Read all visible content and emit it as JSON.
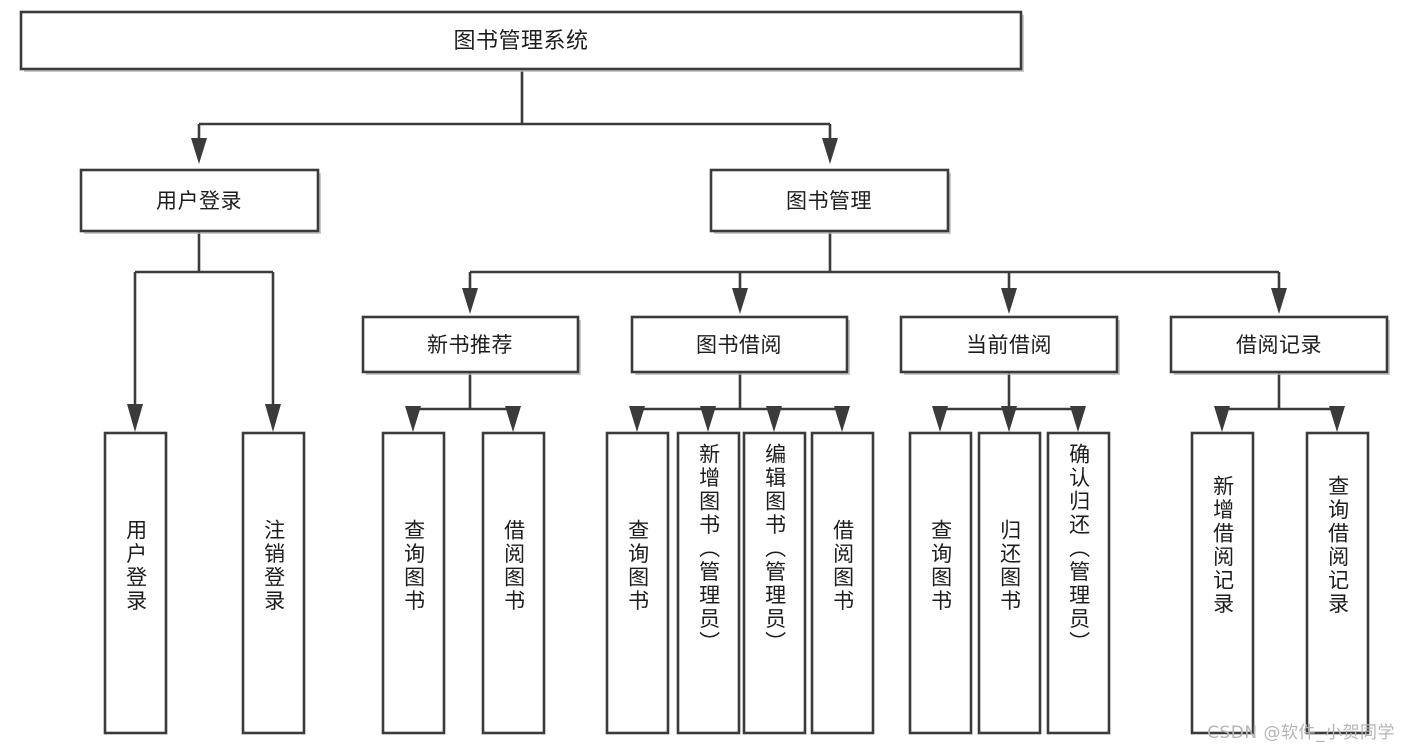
{
  "diagram": {
    "type": "tree-hierarchy",
    "title": "图书管理系统",
    "root": {
      "label": "图书管理系统",
      "orientation": "horizontal"
    },
    "level2": [
      {
        "label": "用户登录",
        "orientation": "horizontal"
      },
      {
        "label": "图书管理",
        "orientation": "horizontal"
      }
    ],
    "level3": [
      {
        "label": "新书推荐",
        "orientation": "horizontal"
      },
      {
        "label": "图书借阅",
        "orientation": "horizontal"
      },
      {
        "label": "当前借阅",
        "orientation": "horizontal"
      },
      {
        "label": "借阅记录",
        "orientation": "horizontal"
      }
    ],
    "leaves": {
      "user_login": [
        {
          "label": "用户登录",
          "orientation": "vertical"
        },
        {
          "label": "注销登录",
          "orientation": "vertical"
        }
      ],
      "new_book_recommend": [
        {
          "label": "查询图书",
          "orientation": "vertical"
        },
        {
          "label": "借阅图书",
          "orientation": "vertical"
        }
      ],
      "book_borrow": [
        {
          "label": "查询图书",
          "orientation": "vertical"
        },
        {
          "label": "新增图书（管理员）",
          "orientation": "vertical"
        },
        {
          "label": "编辑图书（管理员）",
          "orientation": "vertical"
        },
        {
          "label": "借阅图书",
          "orientation": "vertical"
        }
      ],
      "current_borrow": [
        {
          "label": "查询图书",
          "orientation": "vertical"
        },
        {
          "label": "归还图书",
          "orientation": "vertical"
        },
        {
          "label": "确认归还（管理员）",
          "orientation": "vertical"
        }
      ],
      "borrow_record": [
        {
          "label": "新增借阅记录",
          "orientation": "vertical"
        },
        {
          "label": "查询借阅记录",
          "orientation": "vertical"
        }
      ]
    },
    "colors": {
      "box_stroke": "#3b3b3b",
      "box_fill": "#ffffff",
      "text": "#1d1d1d",
      "connector": "#3b3b3b",
      "background": "#ffffff",
      "watermark": "#b5b5b5"
    }
  },
  "watermark": {
    "text": "CSDN @软件_小贺同学"
  }
}
